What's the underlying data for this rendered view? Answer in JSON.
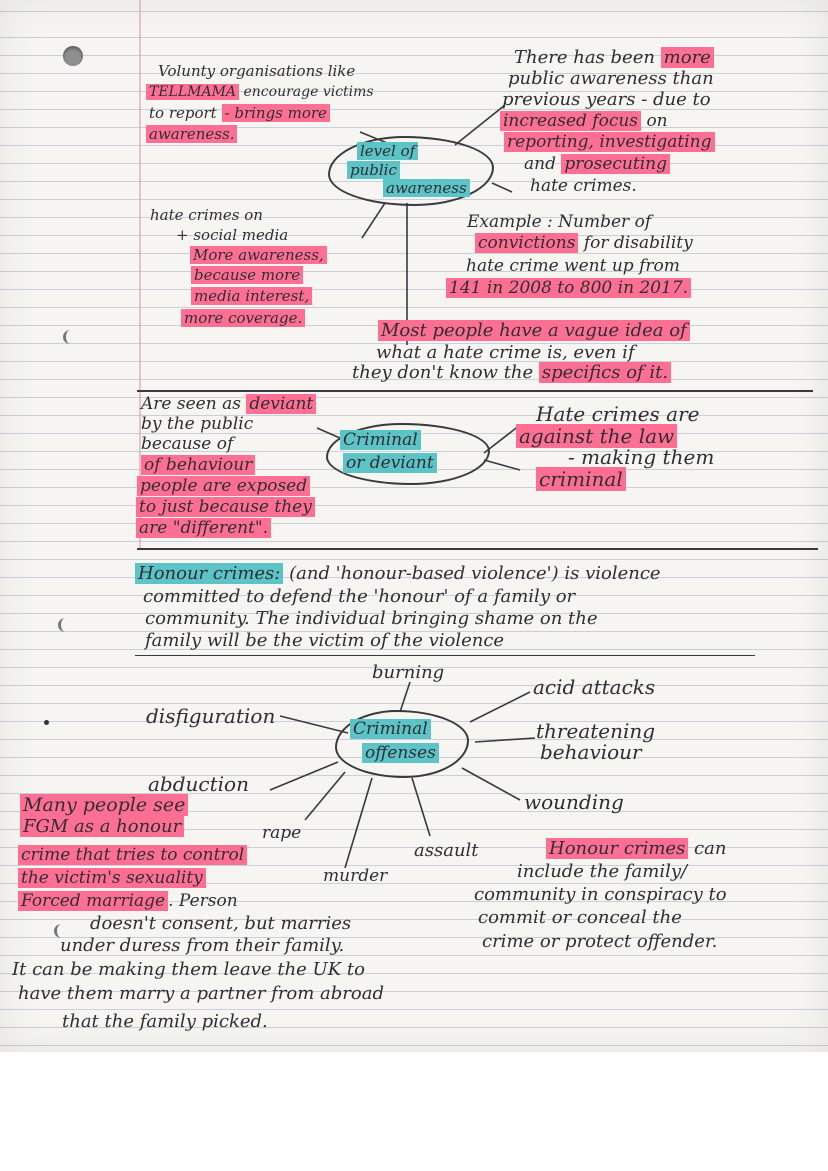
{
  "voluntary": {
    "l1": "Volunty organisations like",
    "l2": "TELLMAMA",
    "l2b": "encourage victims",
    "l3": "to report",
    "l3b": "- brings more",
    "l4": "awareness."
  },
  "public_awareness": {
    "l1": "There has been",
    "l1b": "more",
    "l2": "public awareness than",
    "l3": "previous years - due to",
    "l4": "increased focus",
    "l4b": "on",
    "l5": "reporting, investigating",
    "l6": "and",
    "l6b": "prosecuting",
    "l7": "hate crimes."
  },
  "cloud_awareness": {
    "l1": "level of",
    "l2": "public",
    "l3": "awareness"
  },
  "social_media": {
    "l1": "hate crimes on",
    "l2": "+ social media",
    "l3": "More awareness,",
    "l4": "because more",
    "l5": "media interest,",
    "l6": "more coverage."
  },
  "example": {
    "l1": "Example : Number of",
    "l2": "convictions",
    "l2b": "for disability",
    "l3": "hate crime went up from",
    "l4": "141 in 2008 to 800 in 2017."
  },
  "vague": {
    "l1": "Most people have a vague idea of",
    "l2": "what a hate crime is, even if",
    "l3": "they don't know the",
    "l3b": "specifics of it."
  },
  "deviant": {
    "l1": "Are seen as",
    "l1b": "deviant",
    "l2": "by the public",
    "l3": "because of",
    "l4": "of behaviour",
    "l5": "people are exposed",
    "l6": "to just because they",
    "l7": "are \"different\"."
  },
  "cloud_criminal": {
    "l1": "Criminal",
    "l2": "or deviant"
  },
  "against_law": {
    "l1": "Hate crimes are",
    "l2": "against the law",
    "l3": "- making them",
    "l4": "criminal"
  },
  "honour_def": {
    "title": "Honour crimes:",
    "l1": "(and 'honour-based violence') is violence",
    "l2": "committed to defend the 'honour' of a family or",
    "l3": "community. The individual bringing shame on the",
    "l4": "family will be the victim of the violence"
  },
  "cloud_offenses": {
    "l1": "Criminal",
    "l2": "offenses"
  },
  "offenses": {
    "burning": "burning",
    "acid": "acid attacks",
    "disfiguration": "disfiguration",
    "threat1": "threatening",
    "threat2": "behaviour",
    "abduction": "abduction",
    "wounding": "wounding",
    "rape": "rape",
    "assault": "assault",
    "murder": "murder"
  },
  "fgm": {
    "l1": "Many people see",
    "l2": "FGM as a honour",
    "l3": "crime that tries to control",
    "l4": "the victim's sexuality",
    "l5": "Forced marriage",
    "l5b": ". Person",
    "l6": "doesn't consent, but marries",
    "l7": "under duress from their family.",
    "l8": "It can be making them leave the UK to",
    "l9": "have them marry a partner from abroad",
    "l10": "that the family picked."
  },
  "honour_family": {
    "l1": "Honour crimes",
    "l1b": "can",
    "l2": "include the family/",
    "l3": "community in conspiracy to",
    "l4": "commit or conceal the",
    "l5": "crime or protect offender."
  },
  "colors": {
    "pink_highlight": "#ff6f94",
    "teal_highlight": "#5cc3c7",
    "ink": "#2f2f33"
  }
}
